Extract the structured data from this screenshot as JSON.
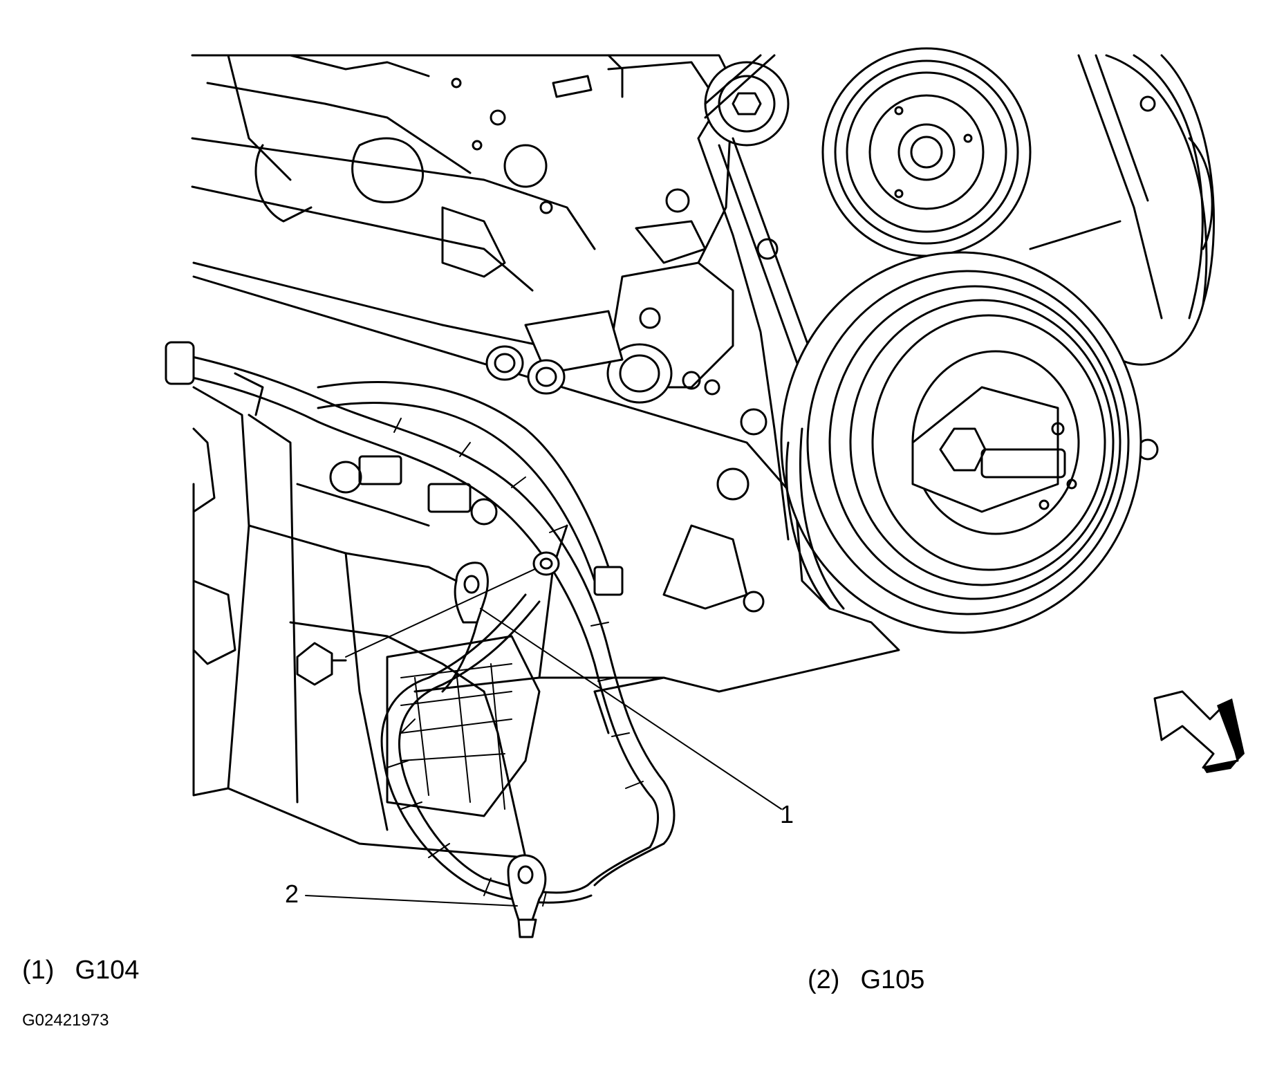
{
  "callouts": [
    {
      "id": "1",
      "label": "1"
    },
    {
      "id": "2",
      "label": "2"
    }
  ],
  "legend": [
    {
      "number": "(1)",
      "text": "G104"
    },
    {
      "number": "(2)",
      "text": "G105"
    }
  ],
  "figure_id": "G02421973",
  "icons": {
    "direction_arrow": "forward-arrow-icon"
  }
}
